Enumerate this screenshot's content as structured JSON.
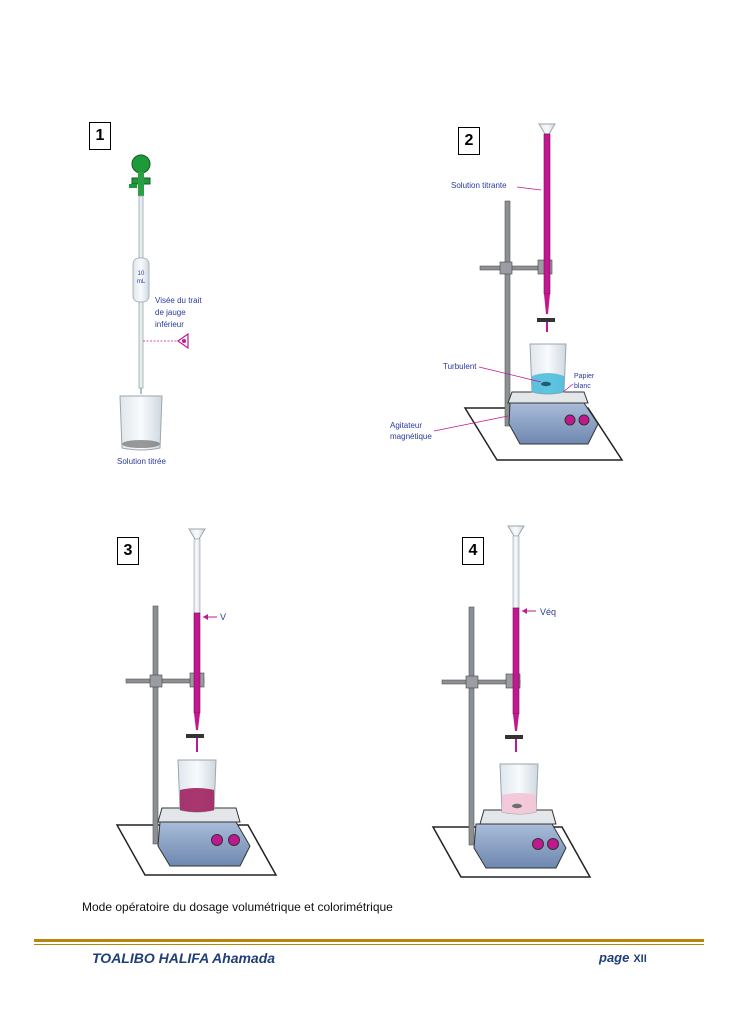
{
  "figures": [
    {
      "number": "1",
      "labels": {
        "gauge": [
          "Visée du trait",
          "de jauge",
          "inférieur"
        ],
        "pipette_volume": [
          "10",
          "mL"
        ],
        "beaker": "Solution titrée"
      }
    },
    {
      "number": "2",
      "labels": {
        "burette": "Solution titrante",
        "swirl": "Turbulent",
        "paper": [
          "Papier",
          "blanc"
        ],
        "stirrer": [
          "Agitateur",
          "magnétique"
        ]
      }
    },
    {
      "number": "3",
      "labels": {
        "volume": "V"
      }
    },
    {
      "number": "4",
      "labels": {
        "volume": "Véq"
      }
    }
  ],
  "caption": "Mode opératoire du dosage volumétrique et colorimétrique",
  "footer": {
    "author": "TOALIBO HALIFA Ahamada",
    "page_label": "page",
    "page_number": "XII"
  },
  "colors": {
    "titrant": "#c2188f",
    "label": "#2a3a9c",
    "stirrer": "#8fa6c9",
    "rule": "#b8860b",
    "footer_text": "#1f3f7a"
  }
}
